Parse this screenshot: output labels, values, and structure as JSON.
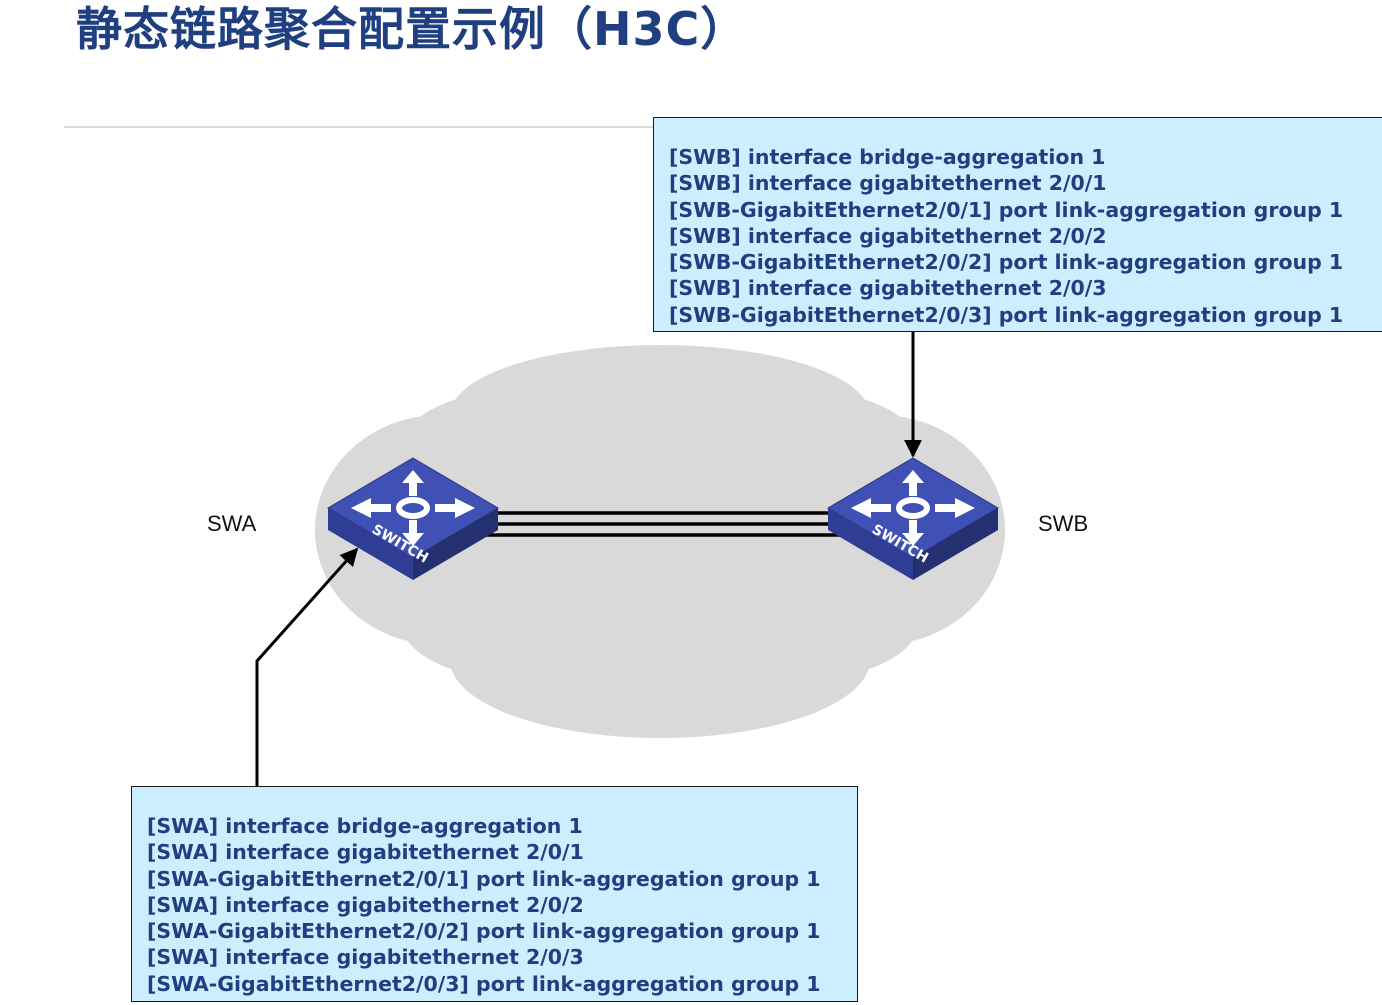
{
  "title": "静态链路聚合配置示例（H3C）",
  "devices": [
    {
      "id": "SWA",
      "label": "SWA",
      "icon": "switch-icon",
      "icon_text": "SWITCH"
    },
    {
      "id": "SWB",
      "label": "SWB",
      "icon": "switch-icon",
      "icon_text": "SWITCH"
    }
  ],
  "links": [
    {
      "from": "SWA",
      "to": "SWB",
      "kind": "aggregated-member"
    },
    {
      "from": "SWA",
      "to": "SWB",
      "kind": "aggregated-member"
    },
    {
      "from": "SWA",
      "to": "SWB",
      "kind": "aggregated-member"
    }
  ],
  "swb_config": [
    "[SWB] interface bridge-aggregation 1",
    "[SWB] interface gigabitethernet 2/0/1",
    "[SWB-GigabitEthernet2/0/1] port link-aggregation group 1",
    "[SWB] interface gigabitethernet 2/0/2",
    "[SWB-GigabitEthernet2/0/2] port link-aggregation group 1",
    "[SWB] interface gigabitethernet 2/0/3",
    "[SWB-GigabitEthernet2/0/3] port link-aggregation group 1"
  ],
  "swa_config": [
    "[SWA] interface bridge-aggregation 1",
    "[SWA] interface gigabitethernet 2/0/1",
    "[SWA-GigabitEthernet2/0/1] port link-aggregation group 1",
    "[SWA] interface gigabitethernet 2/0/2",
    "[SWA-GigabitEthernet2/0/2] port link-aggregation group 1",
    "[SWA] interface gigabitethernet 2/0/3",
    "[SWA-GigabitEthernet2/0/3] port link-aggregation group 1"
  ],
  "colors": {
    "title": "#1f3f80",
    "config_text": "#1f3f80",
    "config_box_bg": "#cceeff",
    "cloud": "#d9d9d9",
    "switch_top": "#3f51b5",
    "switch_side": "#2a3680",
    "link": "#000000"
  }
}
